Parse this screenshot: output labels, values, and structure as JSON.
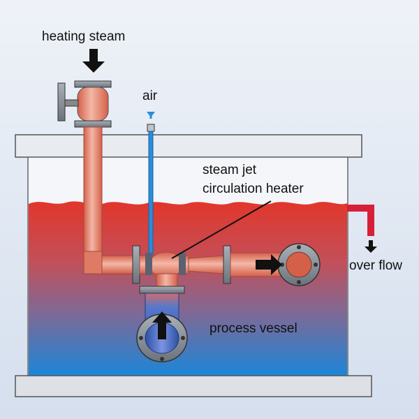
{
  "labels": {
    "heating_steam": "heating steam",
    "air": "air",
    "heater_line1": "steam jet",
    "heater_line2": "circulation heater",
    "over_flow": "over flow",
    "process_vessel": "process vessel"
  },
  "colors": {
    "background": "#dfe7f2",
    "liquid_top": "#e23a2e",
    "liquid_bottom": "#1d84d6",
    "pipe": "#e07a64",
    "pipe_highlight": "#f6c2b2",
    "air_line": "#2a8cdc",
    "flange": "#8c9199",
    "overflow_pipe": "#d81f3a"
  },
  "icons": [
    "down-arrow-icon",
    "right-arrow-icon",
    "up-arrow-icon",
    "valve-handwheel-icon"
  ]
}
